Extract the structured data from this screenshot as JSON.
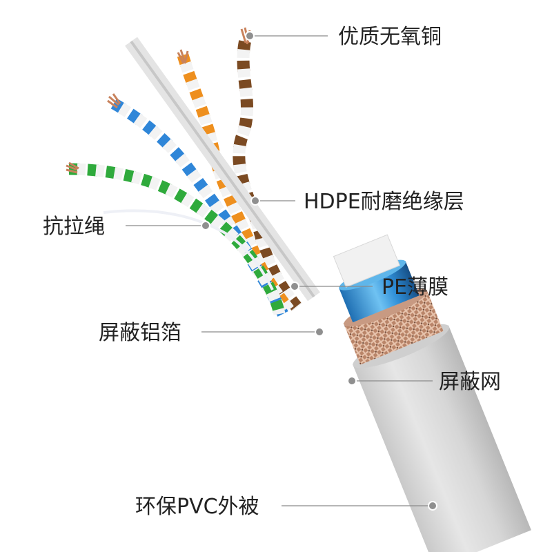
{
  "colors": {
    "jacket": "#d9d9d9",
    "jacket_shadow": "#b9b9b9",
    "braid": "#c89a82",
    "foil": "#2f8fd8",
    "pair_orange": "#ee8f1e",
    "pair_brown": "#7b4a22",
    "pair_blue": "#2f86d8",
    "pair_green": "#2faa3c",
    "copper": "#c8825c"
  },
  "labels": {
    "copper": "优质无氧铜",
    "insulation": "HDPE耐磨绝缘层",
    "ripcord": "抗拉绳",
    "pe_film": "PE薄膜",
    "foil_shield": "屏蔽铝箔",
    "braid_shield": "屏蔽网",
    "jacket": "环保PVC外被"
  }
}
